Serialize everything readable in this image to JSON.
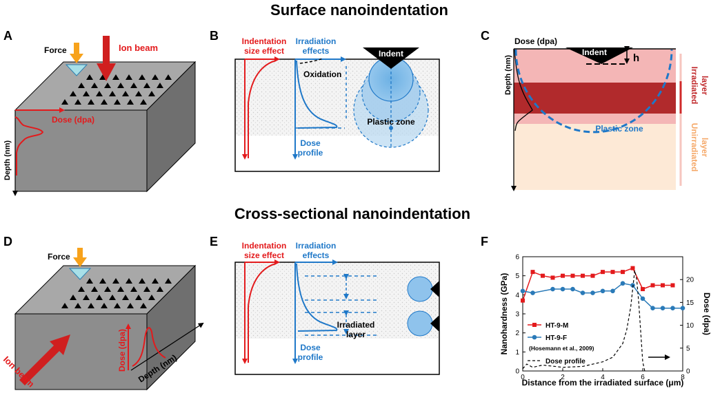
{
  "titles": {
    "surface": "Surface nanoindentation",
    "cross": "Cross-sectional nanoindentation"
  },
  "panel_letters": {
    "a": "A",
    "b": "B",
    "c": "C",
    "d": "D",
    "e": "E",
    "f": "F"
  },
  "panel_a": {
    "force": "Force",
    "ion_beam": "Ion beam",
    "dose": "Dose (dpa)",
    "depth": "Depth (nm)"
  },
  "panel_b": {
    "ise_line1": "Indentation",
    "ise_line2": "size effect",
    "irr_line1": "Irradiation",
    "irr_line2": "effects",
    "indent": "Indent",
    "oxidation": "Oxidation",
    "plastic_zone": "Plastic zone",
    "dose_line1": "Dose",
    "dose_line2": "profile"
  },
  "panel_c": {
    "dose": "Dose (dpa)",
    "depth": "Depth (nm)",
    "indent": "Indent",
    "h": "h",
    "plastic_zone": "Plastic zone",
    "irradiated_line1": "Irradiated",
    "irradiated_line2": "layer",
    "unirradiated_line1": "Unirradiated",
    "unirradiated_line2": "layer"
  },
  "panel_d": {
    "force": "Force",
    "ion_beam": "Ion beam",
    "dose": "Dose (dpa)",
    "depth": "Depth (nm)"
  },
  "panel_e": {
    "ise_line1": "Indentation",
    "ise_line2": "size effect",
    "irr_line1": "Irradiation",
    "irr_line2": "effects",
    "irradiated_line1": "Irradiated",
    "irradiated_line2": "layer",
    "dose_line1": "Dose",
    "dose_line2": "profile"
  },
  "colors": {
    "red": "#e31a1c",
    "blue": "#1f78c8",
    "gray_face": "#8c8c8c",
    "light_red": "#f4b3b3",
    "dark_red": "#b22a2a",
    "light_orange": "#fde8d4"
  },
  "chart_data": {
    "type": "line",
    "xlabel": "Distance from the irradiated surface (μm)",
    "ylabel": "Nanohardness (GPa)",
    "y2label": "Dose (dpa)",
    "xlim": [
      0,
      8
    ],
    "ylim": [
      0,
      6
    ],
    "y2lim": [
      0,
      25
    ],
    "xticks": [
      "0",
      "2",
      "4",
      "6",
      "8"
    ],
    "yticks": [
      "0",
      "1",
      "2",
      "3",
      "4",
      "5",
      "6"
    ],
    "y2ticks": [
      "0",
      "5",
      "10",
      "15",
      "20"
    ],
    "legend_note": "(Hosemann et al., 2009)",
    "series": [
      {
        "name": "HT-9-M",
        "color": "#e31a1c",
        "marker": "square",
        "x": [
          0,
          0.5,
          1.0,
          1.5,
          2.0,
          2.5,
          3.0,
          3.5,
          4.0,
          4.5,
          5.0,
          5.5,
          6.0,
          6.5,
          7.0,
          7.5
        ],
        "y": [
          3.7,
          5.2,
          5.0,
          4.9,
          5.0,
          5.0,
          5.0,
          5.0,
          5.2,
          5.2,
          5.2,
          5.4,
          4.3,
          4.5,
          4.5,
          4.5
        ]
      },
      {
        "name": "HT-9-F",
        "color": "#2a7ab8",
        "marker": "circle",
        "x": [
          0,
          0.5,
          1.5,
          2.0,
          2.5,
          3.0,
          3.5,
          4.0,
          4.5,
          5.0,
          5.5,
          6.0,
          6.5,
          7.0,
          7.5,
          8.0
        ],
        "y": [
          4.2,
          4.1,
          4.3,
          4.3,
          4.3,
          4.1,
          4.1,
          4.2,
          4.2,
          4.6,
          4.5,
          3.8,
          3.3,
          3.3,
          3.3,
          3.3
        ]
      },
      {
        "name": "Dose profile",
        "color": "#000000",
        "dash": true,
        "axis": "right",
        "x": [
          0,
          0.2,
          0.5,
          1.0,
          2.0,
          3.0,
          4.0,
          4.5,
          5.0,
          5.2,
          5.4,
          5.5,
          5.6,
          5.7,
          5.8,
          6.0,
          6.1
        ],
        "y": [
          0.5,
          1.5,
          0.8,
          1.3,
          0.8,
          1.0,
          2.0,
          3.0,
          6.0,
          9.0,
          14.0,
          18.0,
          22.0,
          20.0,
          15.0,
          2.0,
          0
        ]
      }
    ]
  }
}
